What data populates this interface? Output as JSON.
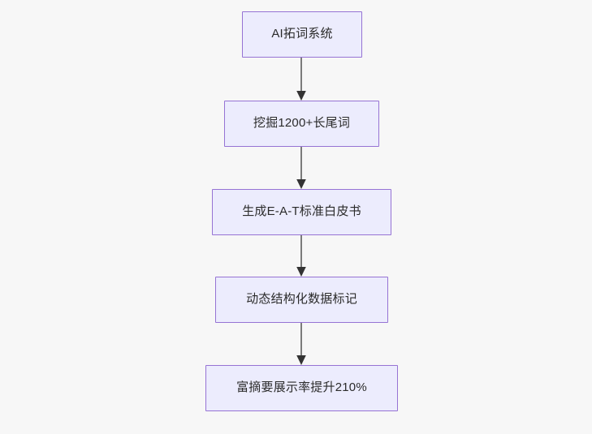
{
  "diagram": {
    "type": "flowchart",
    "direction": "top-to-bottom",
    "background_color": "#f7f7f7",
    "node_fill_color": "#ececfd",
    "node_border_color": "#9673d4",
    "node_text_color": "#2b2b2b",
    "edge_line_color": "#7b7b7b",
    "edge_arrow_color": "#333333",
    "nodes": [
      {
        "id": "n1",
        "label": "AI拓词系统"
      },
      {
        "id": "n2",
        "label": "挖掘1200+长尾词"
      },
      {
        "id": "n3",
        "label": "生成E-A-T标准白皮书"
      },
      {
        "id": "n4",
        "label": "动态结构化数据标记"
      },
      {
        "id": "n5",
        "label": "富摘要展示率提升210%"
      }
    ],
    "edges": [
      {
        "id": "e1",
        "from": "n1",
        "to": "n2",
        "label": ""
      },
      {
        "id": "e2",
        "from": "n2",
        "to": "n3",
        "label": ""
      },
      {
        "id": "e3",
        "from": "n3",
        "to": "n4",
        "label": ""
      },
      {
        "id": "e4",
        "from": "n4",
        "to": "n5",
        "label": ""
      }
    ]
  }
}
